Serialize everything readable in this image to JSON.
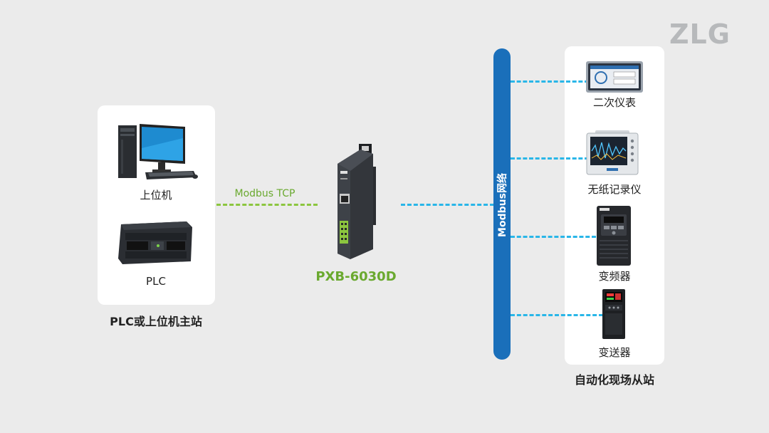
{
  "logo": {
    "text": "ZLG"
  },
  "master": {
    "devices": [
      {
        "label": "上位机",
        "icon": "desktop-computer-icon"
      },
      {
        "label": "PLC",
        "icon": "plc-icon"
      }
    ],
    "caption": "PLC或上位机主站"
  },
  "link": {
    "label": "Modbus TCP"
  },
  "gateway": {
    "model": "PXB-6030D",
    "icon": "gateway-device-icon"
  },
  "bus": {
    "label": "Modbus网络"
  },
  "slaves": {
    "devices": [
      {
        "label": "二次仪表",
        "icon": "secondary-instrument-icon"
      },
      {
        "label": "无纸记录仪",
        "icon": "paperless-recorder-icon"
      },
      {
        "label": "变频器",
        "icon": "frequency-converter-icon"
      },
      {
        "label": "变送器",
        "icon": "transmitter-icon"
      }
    ],
    "caption": "自动化现场从站"
  },
  "colors": {
    "background": "#ebebeb",
    "bus": "#1a6fba",
    "green_accent": "#8cc63f",
    "cyan_dash": "#29b6e8",
    "logo": "#b7b9bb"
  }
}
